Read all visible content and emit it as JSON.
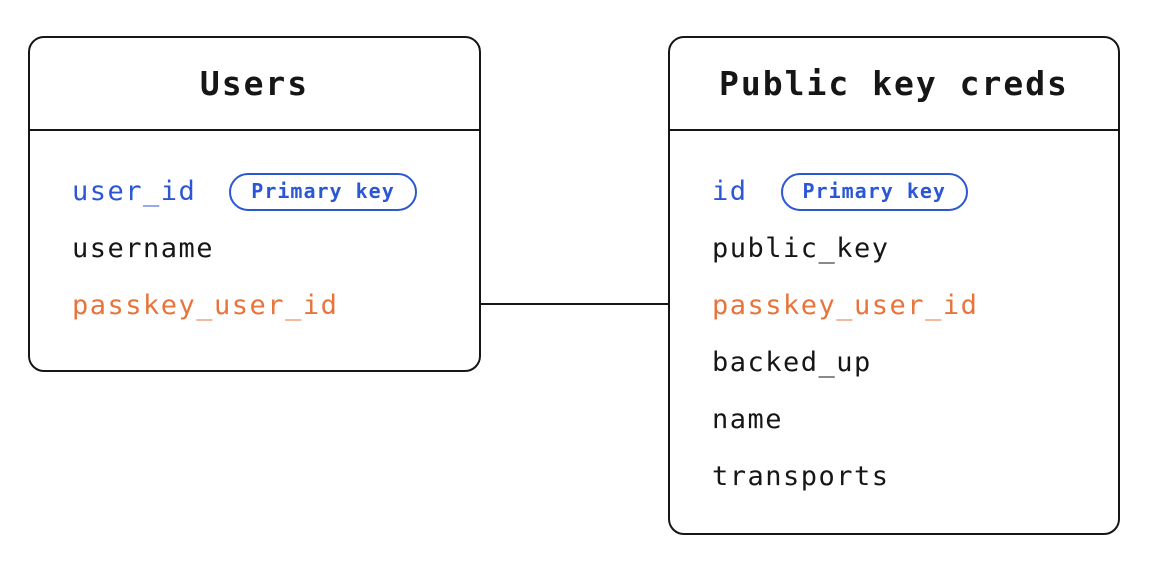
{
  "diagram": {
    "background_color": "#ffffff",
    "colors": {
      "outline": "#161616",
      "field_default": "#161616",
      "primary_key": "#2b57d4",
      "foreign_key": "#e8743c"
    },
    "tables": [
      {
        "title": "Users",
        "fields": [
          {
            "label": "user_id",
            "role": "primary",
            "badge": "Primary key"
          },
          {
            "label": "username",
            "role": "default"
          },
          {
            "label": "passkey_user_id",
            "role": "foreign"
          }
        ]
      },
      {
        "title": "Public key creds",
        "fields": [
          {
            "label": "id",
            "role": "primary",
            "badge": "Primary key"
          },
          {
            "label": "public_key",
            "role": "default"
          },
          {
            "label": "passkey_user_id",
            "role": "foreign"
          },
          {
            "label": "backed_up",
            "role": "default"
          },
          {
            "label": "name",
            "role": "default"
          },
          {
            "label": "transports",
            "role": "default"
          }
        ]
      }
    ],
    "relationship": {
      "from": "Users.passkey_user_id",
      "to": "Public key creds.passkey_user_id"
    }
  }
}
